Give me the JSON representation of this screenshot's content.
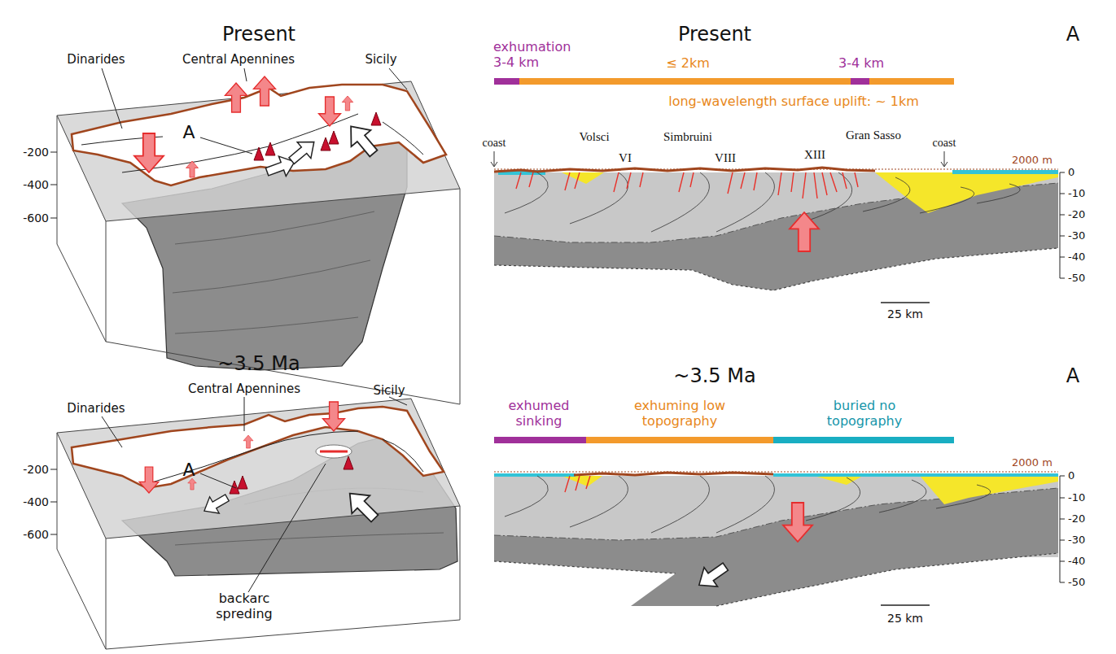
{
  "diagram": {
    "labels": [
      "Present",
      "Dinarides",
      "Central Apennines",
      "Sicily",
      "A",
      "-200",
      "-400",
      "-600",
      "Present",
      "A",
      "exhumation 3-4 km",
      "≤ 2km",
      "3-4 km",
      "long-wavelength surface uplift: ~ 1km",
      "coast",
      "Volsci",
      "VI",
      "Simbruini",
      "VIII",
      "Gran Sasso",
      "XIII",
      "coast",
      "2000 m",
      "0",
      "-10",
      "-20",
      "-30",
      "-40",
      "-50",
      "25 km",
      "~3.5 Ma",
      "Dinarides",
      "Central Apennines",
      "Sicily",
      "A",
      "-200",
      "-400",
      "-600",
      "backarc spreding",
      "~3.5 Ma",
      "A",
      "exhumed sinking",
      "exhuming low topography",
      "buried no topography",
      "2000 m",
      "0",
      "-10",
      "-20",
      "-30",
      "-40",
      "-50",
      "25 km"
    ]
  }
}
